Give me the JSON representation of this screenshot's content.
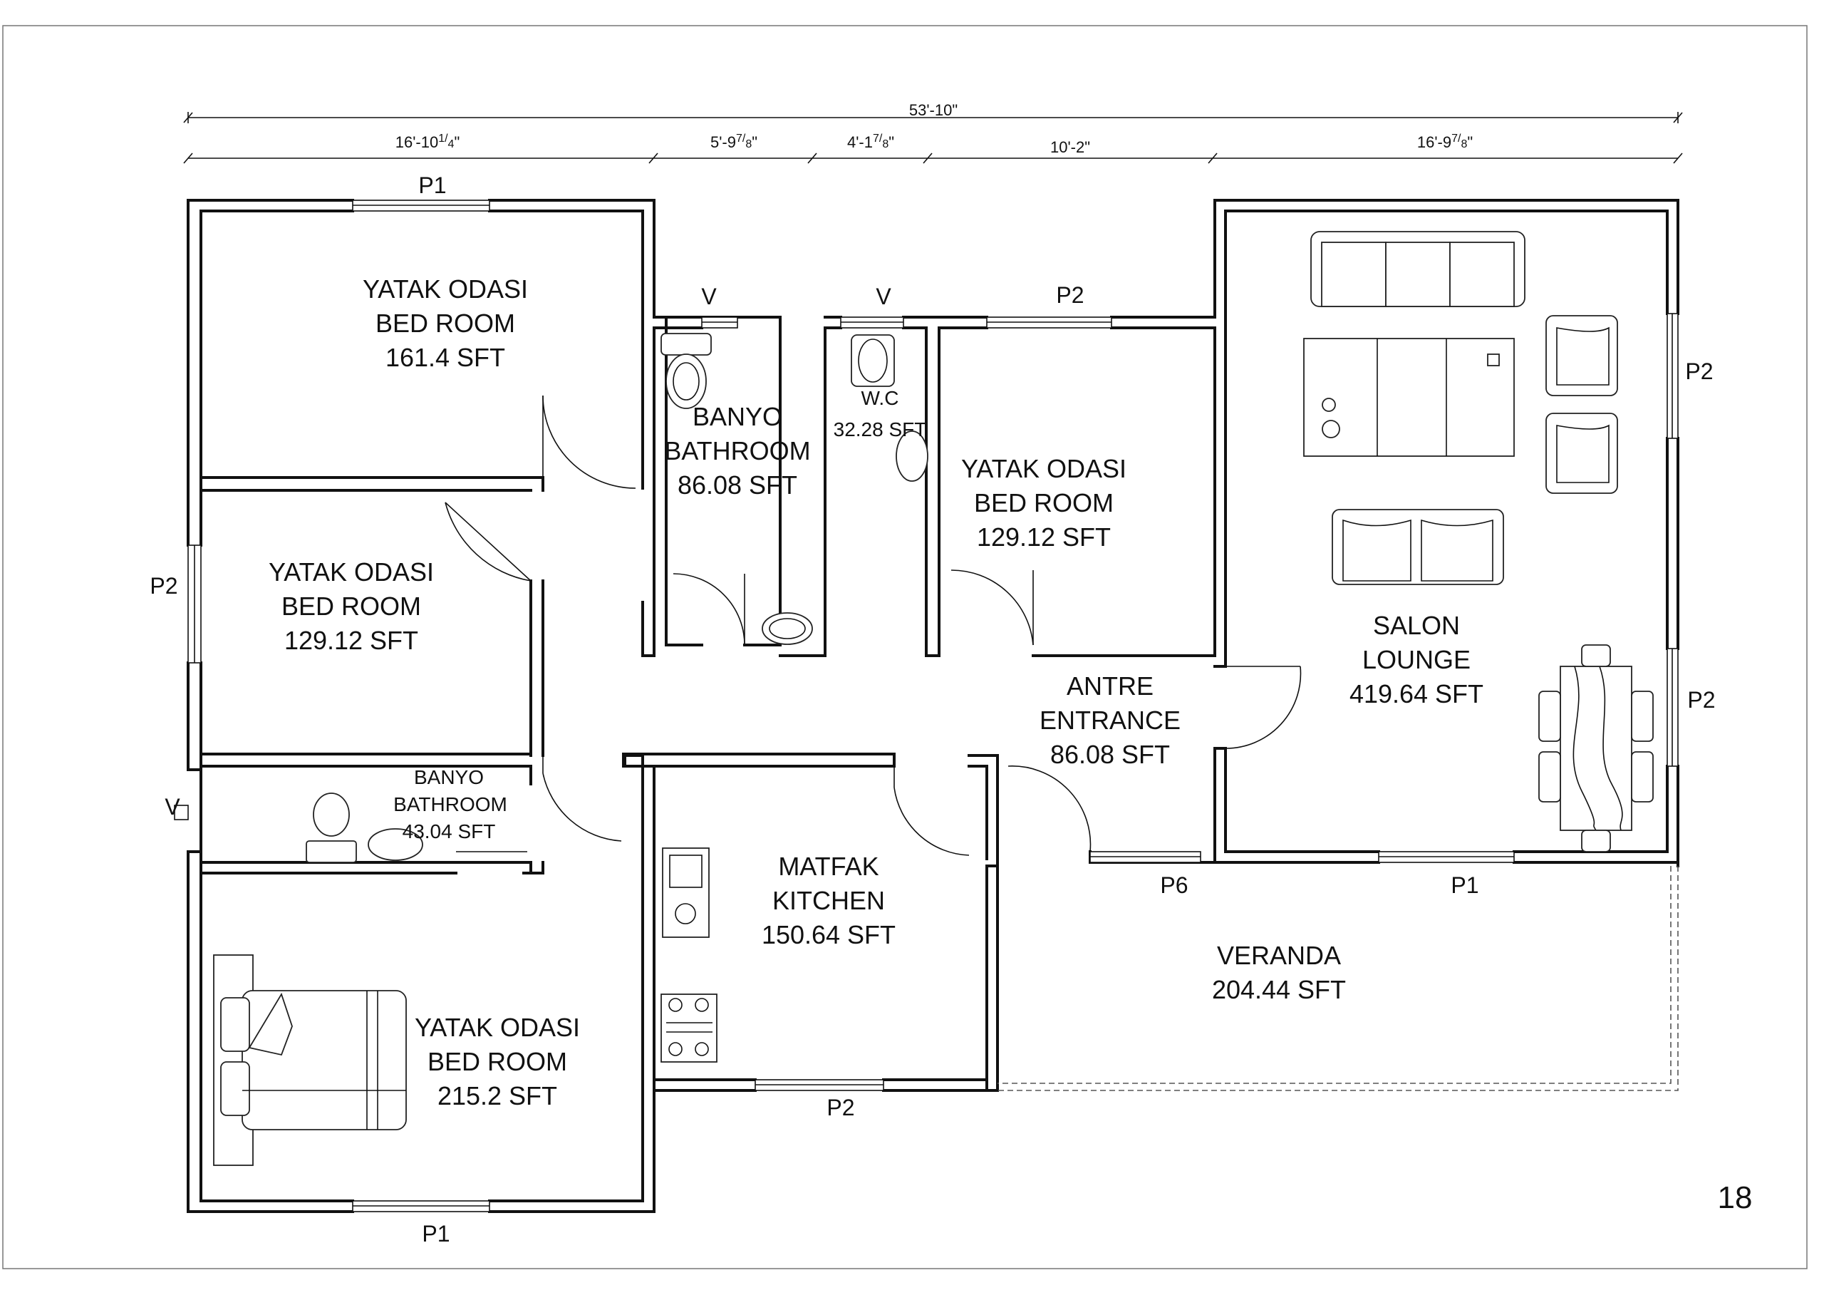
{
  "page_number": "18",
  "dimensions": {
    "overall": "53'-10\"",
    "seg1": {
      "main": "16'-10",
      "num": "1",
      "den": "4",
      "tail": "\""
    },
    "seg2": {
      "main": "5'-9",
      "num": "7",
      "den": "8",
      "tail": "\""
    },
    "seg3": {
      "main": "4'-1",
      "num": "7",
      "den": "8",
      "tail": "\""
    },
    "seg4": "10'-2\"",
    "seg5": {
      "main": "16'-9",
      "num": "7",
      "den": "8",
      "tail": "\""
    }
  },
  "rooms": {
    "bed1": {
      "tr": "YATAK ODASI",
      "en": "BED ROOM",
      "area": "161.4 SFT"
    },
    "bed2": {
      "tr": "YATAK ODASI",
      "en": "BED ROOM",
      "area": "129.12 SFT"
    },
    "bed3": {
      "tr": "YATAK ODASI",
      "en": "BED ROOM",
      "area": "215.2 SFT"
    },
    "bed4": {
      "tr": "YATAK ODASI",
      "en": "BED ROOM",
      "area": "129.12 SFT"
    },
    "bath1": {
      "tr": "BANYO",
      "en": "BATHROOM",
      "area": "86.08 SFT"
    },
    "bath2": {
      "tr": "BANYO",
      "en": "BATHROOM",
      "area": "43.04 SFT"
    },
    "wc": {
      "tr": "W.C",
      "area": "32.28 SFT"
    },
    "entrance": {
      "tr": "ANTRE",
      "en": "ENTRANCE",
      "area": "86.08 SFT"
    },
    "lounge": {
      "tr": "SALON",
      "en": "LOUNGE",
      "area": "419.64 SFT"
    },
    "kitchen": {
      "tr": "MATFAK",
      "en": "KITCHEN",
      "area": "150.64 SFT"
    },
    "veranda": {
      "tr": "VERANDA",
      "area": "204.44 SFT"
    }
  },
  "openings": {
    "p1_top": "P1",
    "p1_bottom": "P1",
    "p1_lounge": "P1",
    "p2_left": "P2",
    "p2_bed": "P2",
    "p2_right_top": "P2",
    "p2_right_bottom": "P2",
    "p2_kitchen": "P2",
    "v_bath": "V",
    "v_wc": "V",
    "v_left": "V",
    "p6": "P6"
  }
}
